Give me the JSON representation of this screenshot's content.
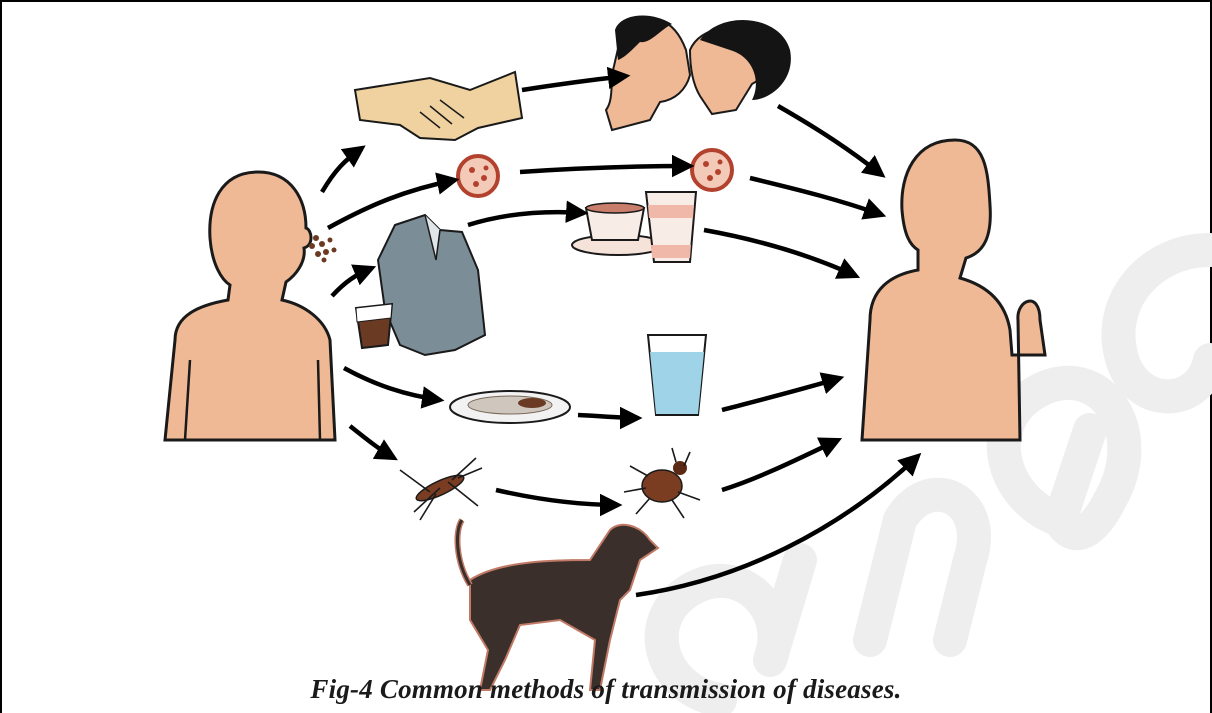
{
  "figure": {
    "caption": "Fig-4 Common methods of transmission of diseases.",
    "watermark": "Telangana",
    "source_person": "infected-person",
    "target_person": "healthy-person",
    "routes": [
      "handshake-contact",
      "kissing",
      "droplet-germs",
      "shared-cup-and-glass",
      "contaminated-clothes",
      "contaminated-food-plate",
      "contaminated-water",
      "insect-vector",
      "tick-vector",
      "animal-bite-dog"
    ],
    "colors": {
      "skin": "#f0b995",
      "shirt": "#7b8d96",
      "water": "#9fd4e8",
      "insect": "#7a3d22",
      "dog": "#3b2f2b",
      "arrow": "#000000",
      "watermark": "#efefef"
    }
  }
}
